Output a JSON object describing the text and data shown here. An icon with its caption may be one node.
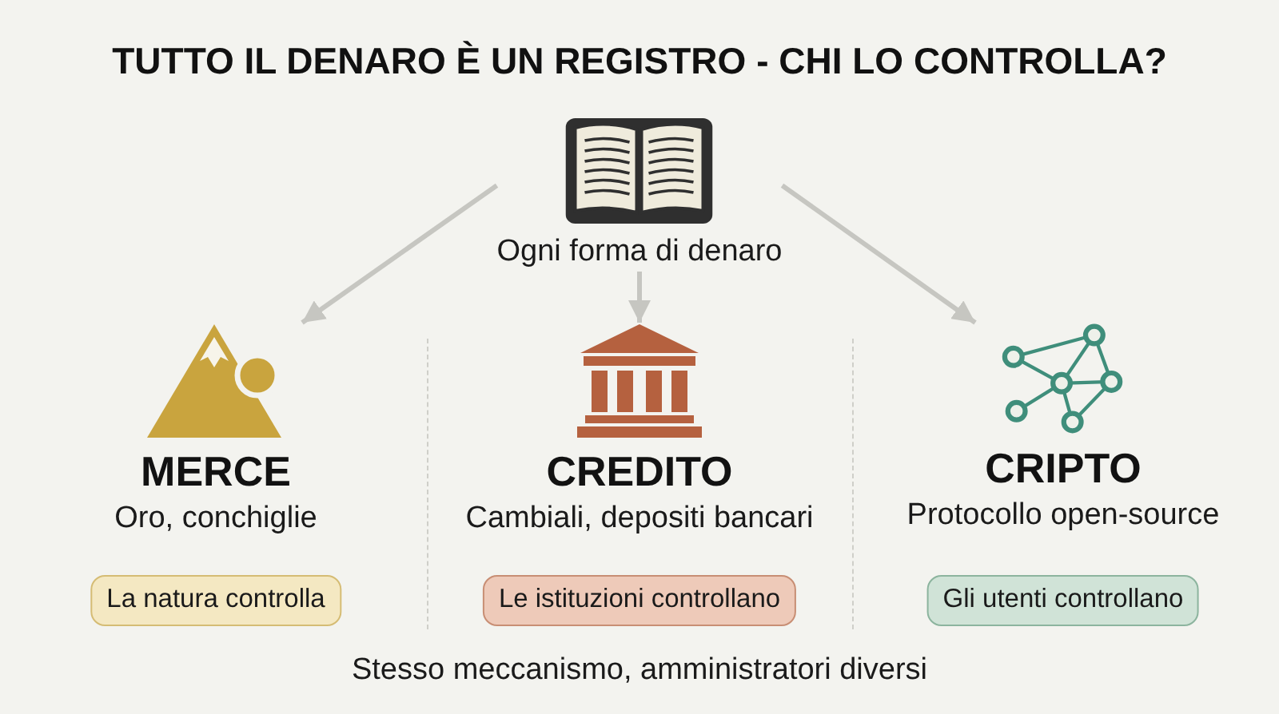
{
  "diagram": {
    "title": "TUTTO IL DENARO È UN REGISTRO - CHI LO CONTROLLA?",
    "nodes": [
      {
        "text": [
          "Ogni forma di denaro"
        ]
      },
      {
        "text": [
          "MERCE",
          "Oro, conchiglie"
        ]
      },
      {
        "text": [
          "CREDITO",
          "Cambiali, depositi bancari"
        ]
      },
      {
        "text": [
          "CRIPTO",
          "Protocollo open-source"
        ]
      },
      {
        "text": [
          "La natura controlla"
        ]
      },
      {
        "text": [
          "Le istituzioni controllano"
        ]
      },
      {
        "text": [
          "Gli utenti controllano"
        ]
      }
    ],
    "edges": [
      {
        "from": 0,
        "to": 1,
        "arrow": "to"
      },
      {
        "from": 0,
        "to": 2,
        "arrow": "to"
      },
      {
        "from": 0,
        "to": 3,
        "arrow": "to"
      }
    ],
    "labels": [
      "Stesso meccanismo, amministratori diversi"
    ]
  }
}
